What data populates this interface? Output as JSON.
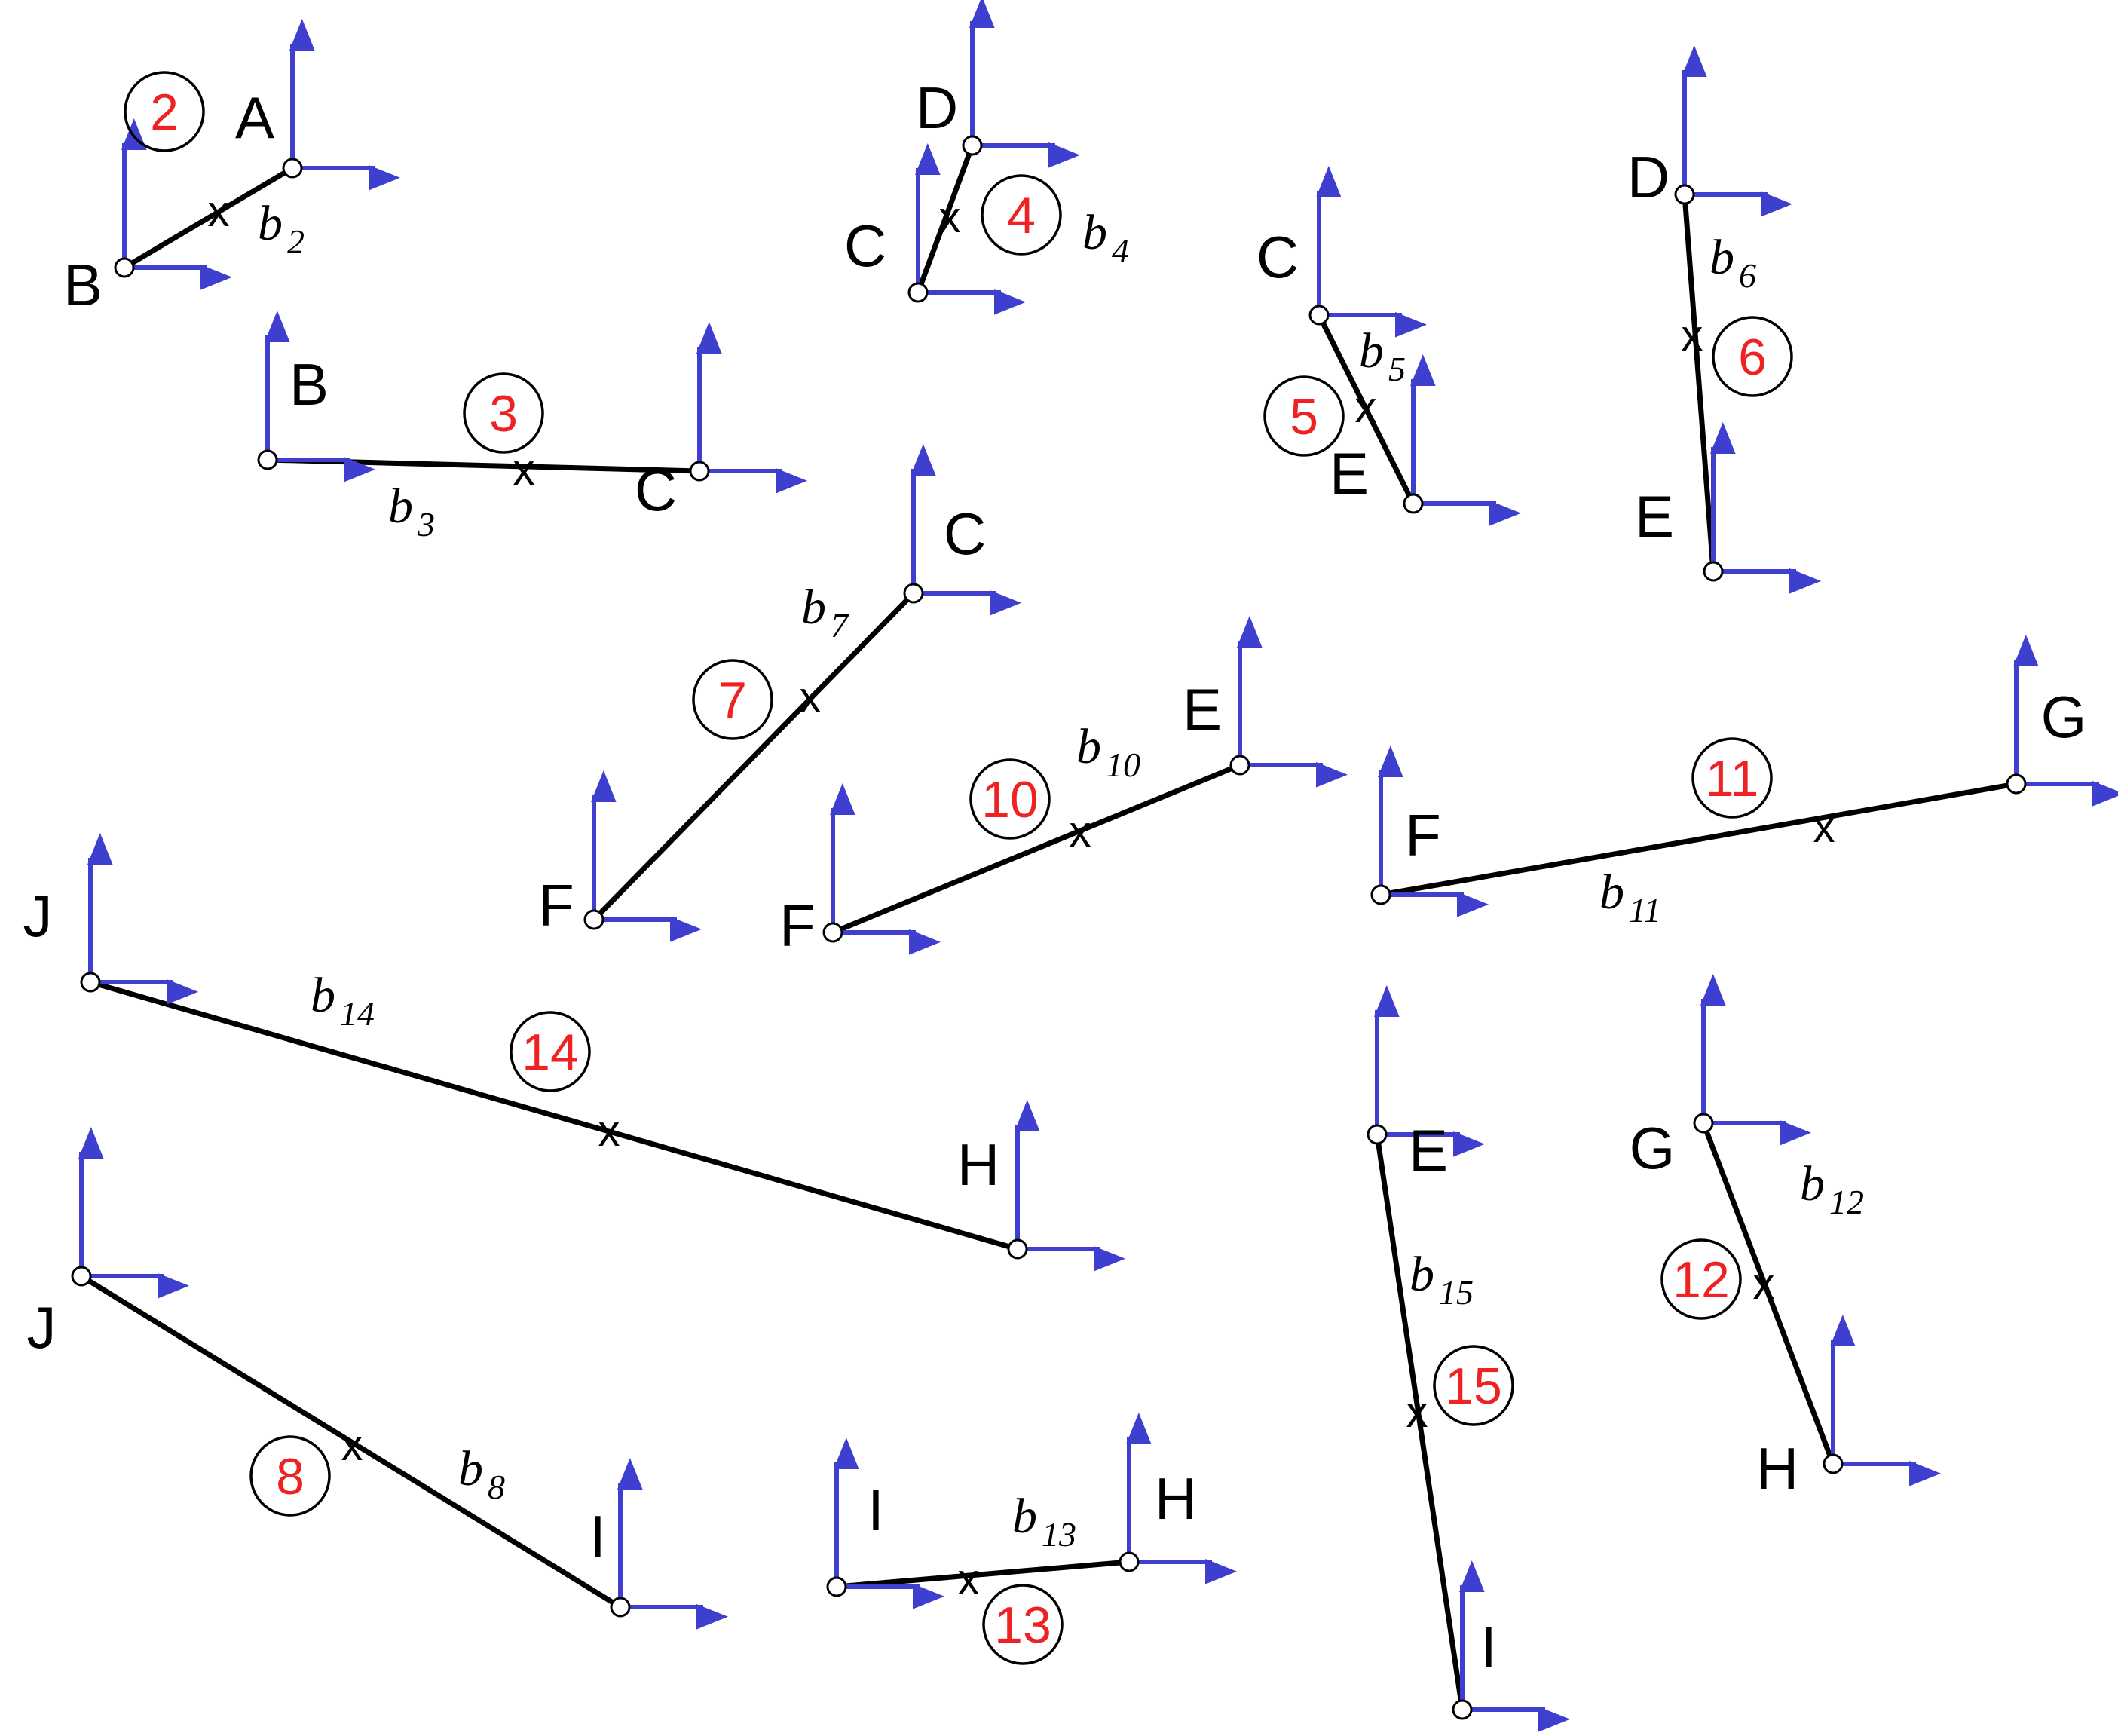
{
  "colors": {
    "arrow": "#3f3fcf",
    "member": "#000000",
    "element_number": "#ee2222"
  },
  "midpoint_marker": "x",
  "elements": [
    {
      "number": "2",
      "bar": {
        "symbol": "b",
        "index": "2"
      },
      "start_label": "B",
      "end_label": "A"
    },
    {
      "number": "3",
      "bar": {
        "symbol": "b",
        "index": "3"
      },
      "start_label": "B",
      "end_label": "C"
    },
    {
      "number": "4",
      "bar": {
        "symbol": "b",
        "index": "4"
      },
      "start_label": "C",
      "end_label": "D"
    },
    {
      "number": "5",
      "bar": {
        "symbol": "b",
        "index": "5"
      },
      "start_label": "C",
      "end_label": "E"
    },
    {
      "number": "6",
      "bar": {
        "symbol": "b",
        "index": "6"
      },
      "start_label": "D",
      "end_label": "E"
    },
    {
      "number": "7",
      "bar": {
        "symbol": "b",
        "index": "7"
      },
      "start_label": "F",
      "end_label": "C"
    },
    {
      "number": "10",
      "bar": {
        "symbol": "b",
        "index": "10"
      },
      "start_label": "F",
      "end_label": "E"
    },
    {
      "number": "11",
      "bar": {
        "symbol": "b",
        "index": "11"
      },
      "start_label": "F",
      "end_label": "G"
    },
    {
      "number": "14",
      "bar": {
        "symbol": "b",
        "index": "14"
      },
      "start_label": "J",
      "end_label": "H"
    },
    {
      "number": "8",
      "bar": {
        "symbol": "b",
        "index": "8"
      },
      "start_label": "J",
      "end_label": "I"
    },
    {
      "number": "13",
      "bar": {
        "symbol": "b",
        "index": "13"
      },
      "start_label": "I",
      "end_label": "H"
    },
    {
      "number": "15",
      "bar": {
        "symbol": "b",
        "index": "15"
      },
      "start_label": "E",
      "end_label": "I"
    },
    {
      "number": "12",
      "bar": {
        "symbol": "b",
        "index": "12"
      },
      "start_label": "G",
      "end_label": "H"
    }
  ]
}
